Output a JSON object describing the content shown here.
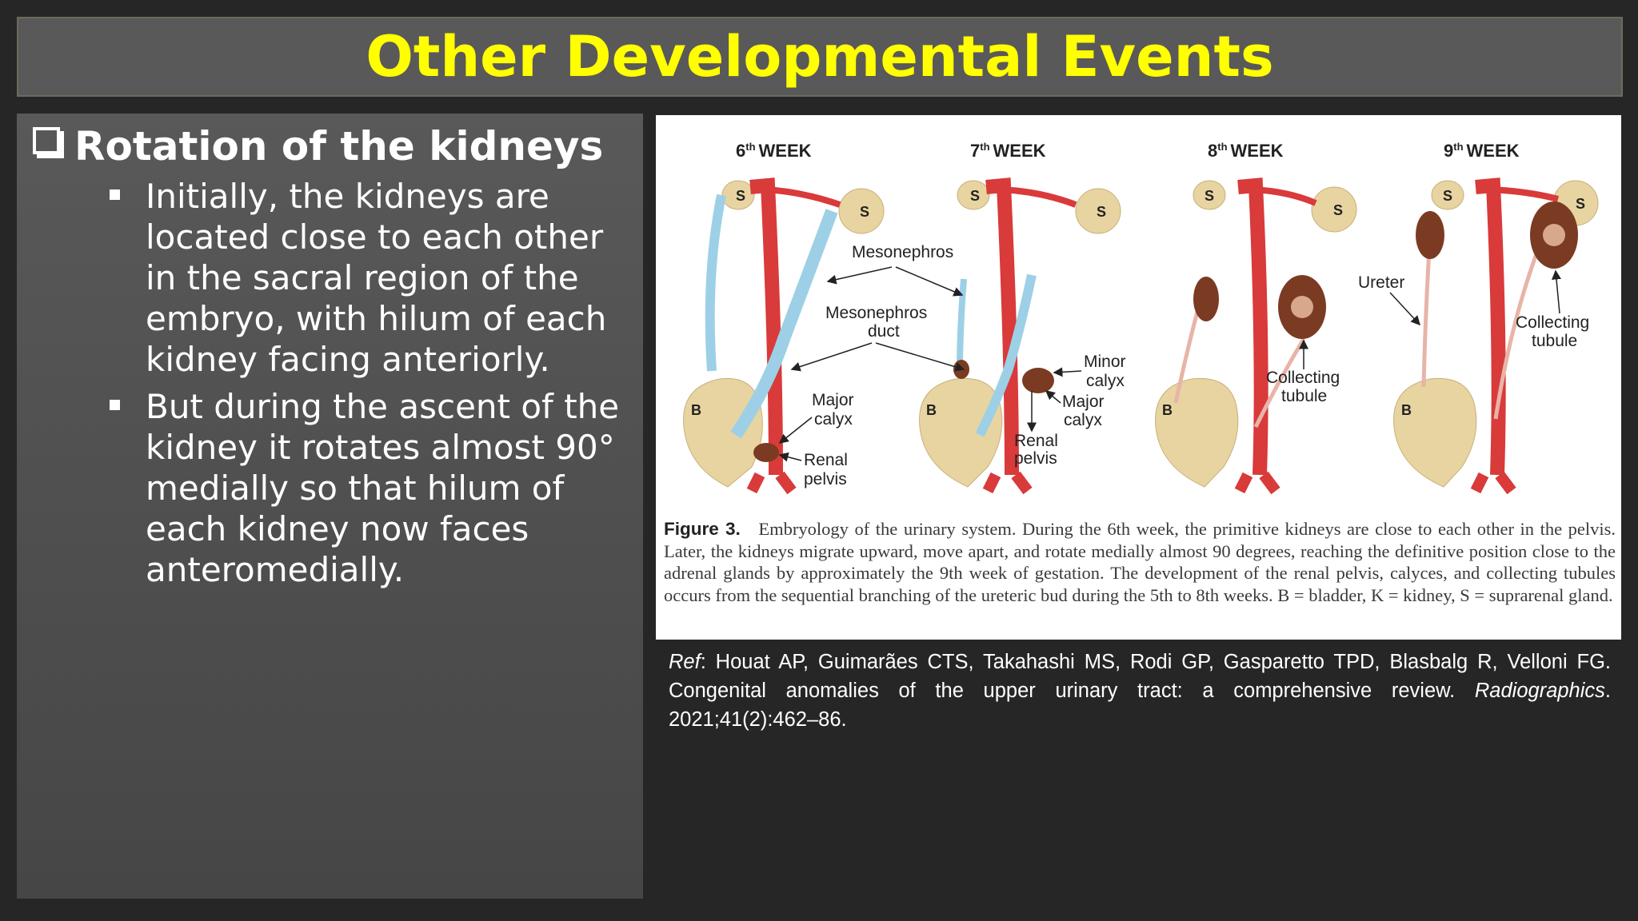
{
  "slide": {
    "title": "Other Developmental Events",
    "heading": "Rotation of the kidneys",
    "bullets": [
      "Initially, the kidneys are located close to each other in the sacral region of the embryo, with hilum of each kidney facing anteriorly.",
      "But during the ascent of the kidney it rotates almost 90° medially so that hilum of each kidney now faces anteromedially."
    ]
  },
  "figure": {
    "weeks": [
      {
        "num": "6",
        "sup": "th",
        "word": "WEEK"
      },
      {
        "num": "7",
        "sup": "th",
        "word": "WEEK"
      },
      {
        "num": "8",
        "sup": "th",
        "word": "WEEK"
      },
      {
        "num": "9",
        "sup": "th",
        "word": "WEEK"
      }
    ],
    "labels": {
      "s": "S",
      "b": "B",
      "mesonephros": "Mesonephros",
      "mesonephros_duct_1": "Mesonephros",
      "mesonephros_duct_2": "duct",
      "major_calyx_1": "Major",
      "major_calyx_2": "calyx",
      "renal_pelvis_1": "Renal",
      "renal_pelvis_2": "pelvis",
      "minor_calyx_1": "Minor",
      "minor_calyx_2": "calyx",
      "collecting_tubule_1": "Collecting",
      "collecting_tubule_2": "tubule",
      "ureter": "Ureter"
    },
    "caption_label": "Figure 3.",
    "caption_text": "Embryology of the urinary system. During the 6th week, the primitive kidneys are close to each other in the pelvis. Later, the kidneys migrate upward, move apart, and rotate medially almost 90 degrees, reaching the definitive position close to the adrenal glands by approximately the 9th week of gestation. The development of the renal pelvis, calyces, and collecting tubules occurs from the sequential branching of the ureteric bud during the 5th to 8th weeks. B = bladder, K = kidney, S = suprarenal gland."
  },
  "reference": {
    "prefix": "Ref",
    "body": ": Houat AP, Guimarães CTS, Takahashi MS, Rodi GP, Gasparetto TPD, Blasbalg R, Velloni FG. Congenital anomalies of the upper urinary tract: a comprehensive review. ",
    "journal": "Radiographics",
    "tail": ". 2021;41(2):462–86."
  },
  "colors": {
    "title": "#ffff00",
    "artery": "#d93a3a",
    "mesonephros": "#9dd0e6",
    "gland": "#e8d4a0",
    "kidney": "#7a3b22"
  }
}
